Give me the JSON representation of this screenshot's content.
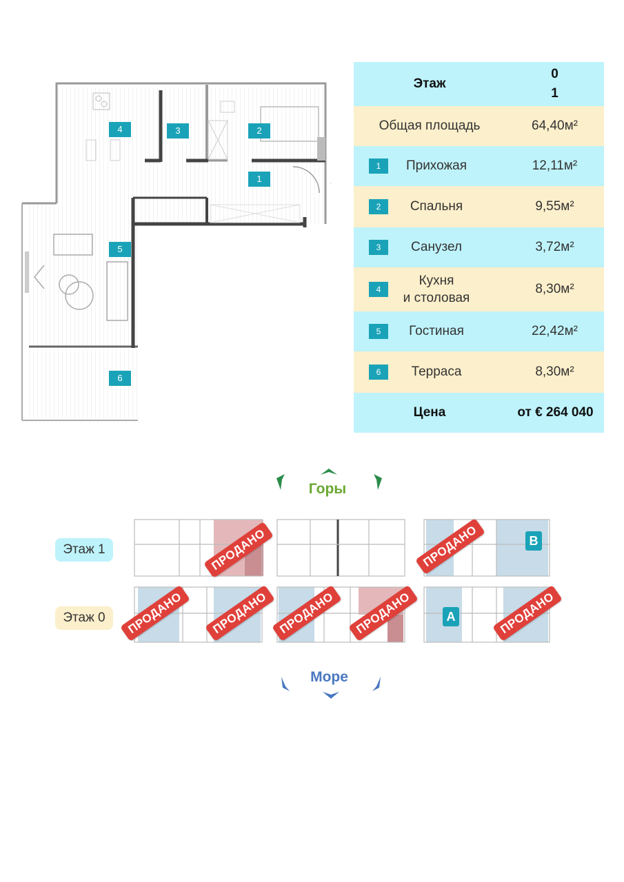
{
  "plan": {
    "rooms": [
      "1",
      "2",
      "3",
      "4",
      "5",
      "6"
    ]
  },
  "spec": {
    "floor_label": "Этаж",
    "floor_values": [
      "0",
      "1"
    ],
    "total_label": "Общая площадь",
    "total_value": "64,40м²",
    "rooms": [
      {
        "num": "1",
        "name": "Прихожая",
        "area": "12,11м²"
      },
      {
        "num": "2",
        "name": "Спальня",
        "area": "9,55м²"
      },
      {
        "num": "3",
        "name": "Санузел",
        "area": "3,72м²"
      },
      {
        "num": "4",
        "name_line1": "Кухня",
        "name_line2": "и столовая",
        "area": "8,30м²"
      },
      {
        "num": "5",
        "name": "Гостиная",
        "area": "22,42м²"
      },
      {
        "num": "6",
        "name": "Терраса",
        "area": "8,30м²"
      }
    ],
    "price_label": "Цена",
    "price_value": "от € 264 040"
  },
  "schema": {
    "top_direction": "Горы",
    "bottom_direction": "Море",
    "floor1_label": "Этаж 1",
    "floor0_label": "Этаж 0",
    "sold_label": "ПРОДАНО",
    "unit_a": "A",
    "unit_b": "B",
    "colors": {
      "sold": "#e0403a",
      "accent": "#1aa3b8",
      "mountains": "#6aa832",
      "sea": "#4a78c0"
    }
  }
}
